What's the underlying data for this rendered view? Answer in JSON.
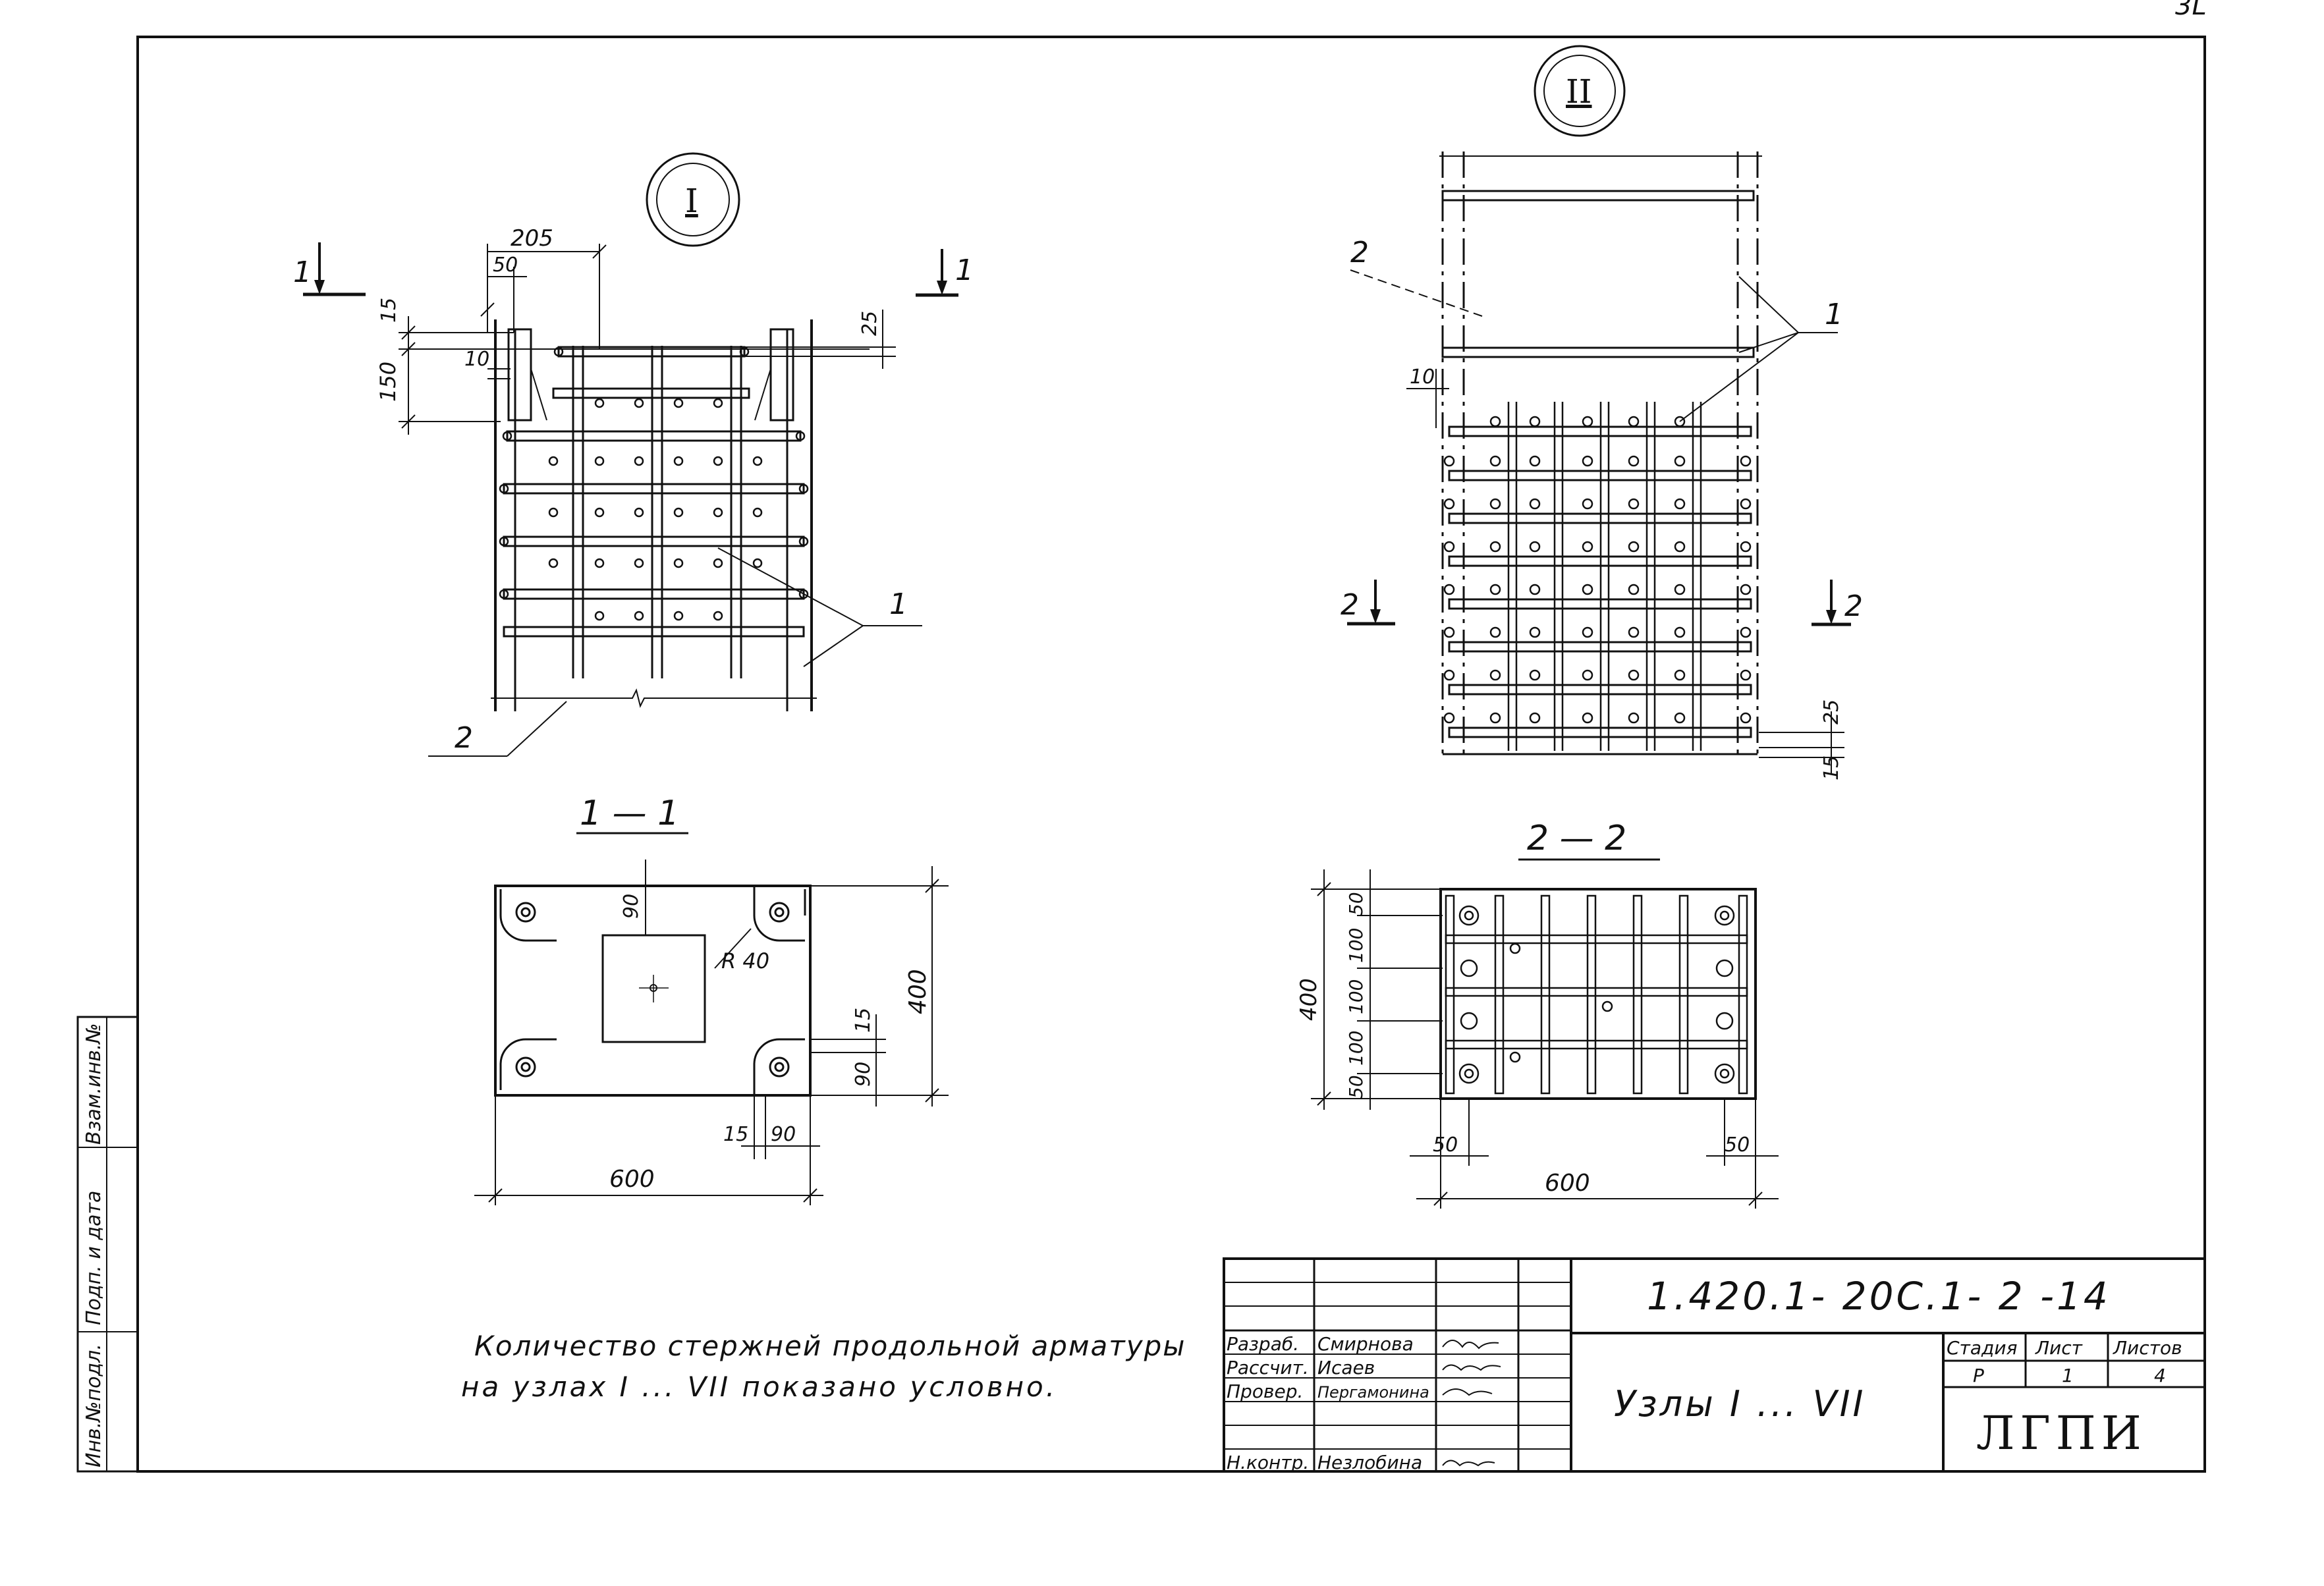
{
  "sheet_number": "3L",
  "node_labels": {
    "node1": "I",
    "node2": "II"
  },
  "section_labels": {
    "s1": "1 — 1",
    "s2": "2 — 2"
  },
  "cut_marks": {
    "m1": "1",
    "m2": "2"
  },
  "callouts": {
    "bars": "1",
    "formwork": "2"
  },
  "dims_node1": {
    "d205": "205",
    "d50": "50",
    "d15": "15",
    "d25": "25",
    "d150": "150",
    "d10": "10"
  },
  "dims_node2": {
    "d10": "10",
    "d25": "25",
    "d15": "15"
  },
  "dims_sec1": {
    "d90a": "90",
    "r40": "R 40",
    "d15a": "15",
    "d400": "400",
    "d90b": "90",
    "d15b": "15",
    "d90c": "90",
    "d600": "600"
  },
  "dims_sec2": {
    "d50t": "50",
    "d100a": "100",
    "d100b": "100",
    "d100c": "100",
    "d50b": "50",
    "d400": "400",
    "d50l": "50",
    "d50r": "50",
    "d600": "600"
  },
  "note": {
    "line1": "Количество стержней продольной арматуры",
    "line2": "на  узлах I ... VII  показано  условно."
  },
  "left_stamp": {
    "c1": "Инв.№подл.",
    "c2": "Подп. и дата",
    "c3": "Взам.инв.№"
  },
  "title_block": {
    "doc_code": "1.420.1- 20С.1- 2 -14",
    "title": "Узлы I ... VII",
    "roles": [
      "Разраб.",
      "Рассчит.",
      "Провер.",
      "Н.контр."
    ],
    "names": [
      "Смирнова",
      "Исаев",
      "Пергамонина",
      "Незлобина"
    ],
    "stage_h": "Стадия",
    "sheet_h": "Лист",
    "sheets_h": "Листов",
    "stage": "Р",
    "sheet": "1",
    "sheets": "4",
    "org": "ЛГПИ"
  }
}
